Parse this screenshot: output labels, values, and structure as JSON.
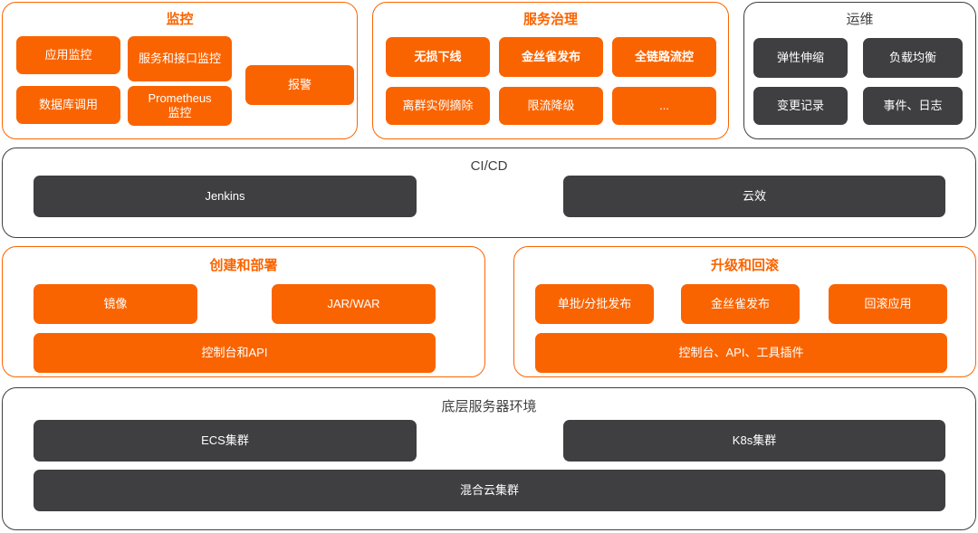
{
  "diagram": {
    "title_bar_absent": true,
    "colors": {
      "orange": "#fa6400",
      "dark": "#3f3f41",
      "background": "#ffffff",
      "chip_text": "#ffffff"
    },
    "panels": [
      {
        "id": "monitoring",
        "title": "监控",
        "accent": "orange",
        "items": [
          {
            "label": "应用监控"
          },
          {
            "label": "服务和接口监控"
          },
          {
            "label": "报警"
          },
          {
            "label": "数据库调用"
          },
          {
            "label": "Prometheus\n监控"
          }
        ]
      },
      {
        "id": "service-governance",
        "title": "服务治理",
        "accent": "orange",
        "items": [
          {
            "label": "无损下线"
          },
          {
            "label": "金丝雀发布"
          },
          {
            "label": "全链路流控"
          },
          {
            "label": "离群实例摘除"
          },
          {
            "label": "限流降级"
          },
          {
            "label": "..."
          }
        ]
      },
      {
        "id": "operations",
        "title": "运维",
        "accent": "dark",
        "items": [
          {
            "label": "弹性伸缩"
          },
          {
            "label": "负载均衡"
          },
          {
            "label": "变更记录"
          },
          {
            "label": "事件、日志"
          }
        ]
      },
      {
        "id": "cicd",
        "title": "CI/CD",
        "accent": "dark",
        "items": [
          {
            "label": "Jenkins"
          },
          {
            "label": "云效"
          }
        ]
      },
      {
        "id": "create-deploy",
        "title": "创建和部署",
        "accent": "orange",
        "items": [
          {
            "label": "镜像"
          },
          {
            "label": "JAR/WAR"
          },
          {
            "label": "控制台和API"
          }
        ]
      },
      {
        "id": "upgrade-rollback",
        "title": "升级和回滚",
        "accent": "orange",
        "items": [
          {
            "label": "单批/分批发布"
          },
          {
            "label": "金丝雀发布"
          },
          {
            "label": "回滚应用"
          },
          {
            "label": "控制台、API、工具插件"
          }
        ]
      },
      {
        "id": "infrastructure",
        "title": "底层服务器环境",
        "accent": "dark",
        "items": [
          {
            "label": "ECS集群"
          },
          {
            "label": "K8s集群"
          },
          {
            "label": "混合云集群"
          }
        ]
      }
    ]
  }
}
